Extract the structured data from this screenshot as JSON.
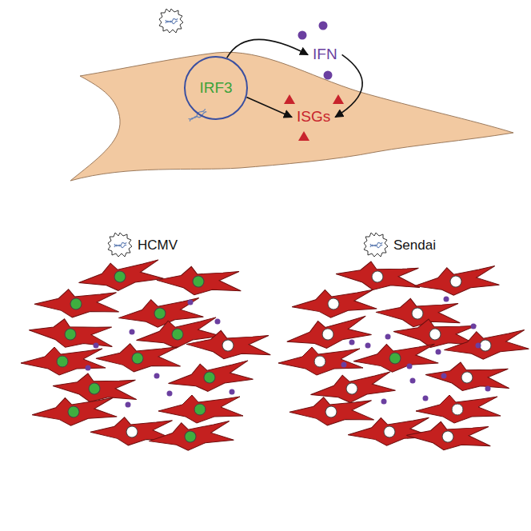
{
  "diagram": {
    "nodes": [
      {
        "text": [
          "IRF3"
        ]
      },
      {
        "text": [
          "IFN"
        ]
      },
      {
        "text": [
          "ISGs"
        ]
      }
    ],
    "edges": [
      {
        "from": 0,
        "to": 1,
        "arrow": "to"
      },
      {
        "from": 0,
        "to": 2,
        "arrow": "to"
      },
      {
        "from": 1,
        "to": 2,
        "arrow": "to"
      }
    ],
    "labels": [
      "HCMV",
      "Sendai"
    ]
  }
}
